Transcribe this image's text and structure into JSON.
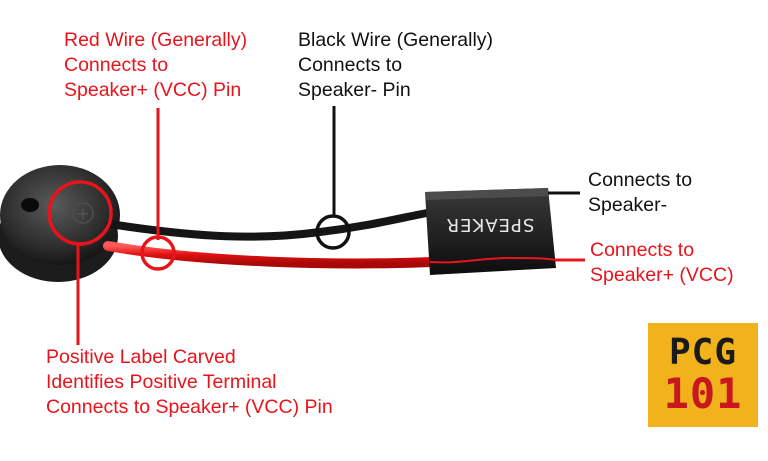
{
  "labels": {
    "red_wire": [
      "Red Wire (Generally)",
      "Connects to",
      "Speaker+ (VCC) Pin"
    ],
    "black_wire": [
      "Black Wire (Generally)",
      "Connects to",
      "Speaker- Pin"
    ],
    "black_end": [
      "Connects to",
      "Speaker-"
    ],
    "red_end": [
      "Connects to",
      "Speaker+ (VCC)"
    ],
    "positive_label": [
      "Positive Label Carved",
      "Identifies Positive Terminal",
      "Connects to Speaker+ (VCC) Pin"
    ]
  },
  "connector_text": "SPEAKER",
  "buzzer_symbol": "+",
  "logo": {
    "line1": "PCG",
    "line2": "101"
  },
  "colors": {
    "red": "#e8141b",
    "black": "#111111",
    "logo_bg": "#f2b21b",
    "logo_red": "#c8171d"
  }
}
